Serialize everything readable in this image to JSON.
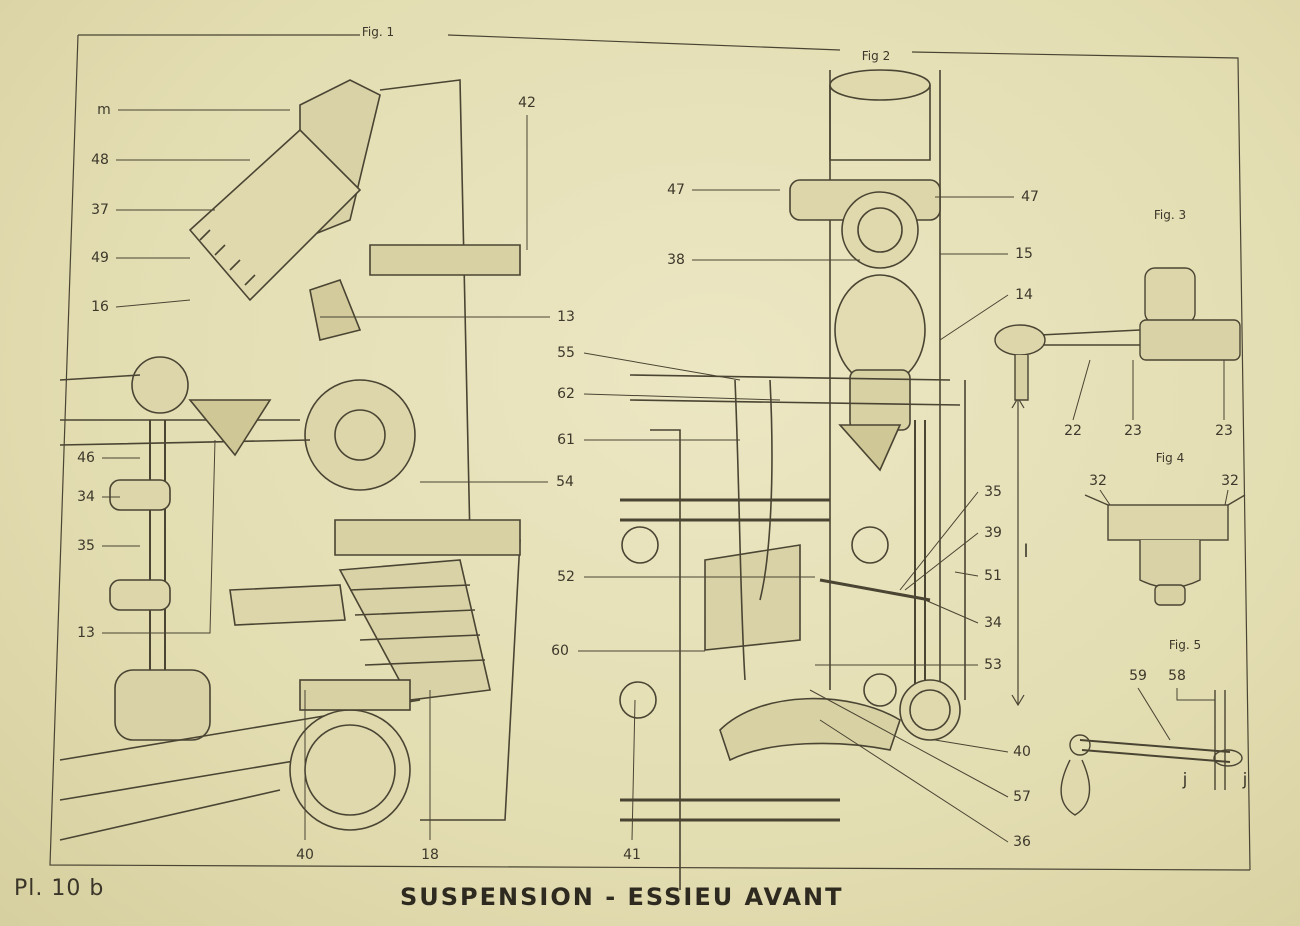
{
  "title": "SUSPENSION - ESSIEU AVANT",
  "plate": "Pl. 10 b",
  "figures": {
    "fig1": "Fig. 1",
    "fig2": "Fig 2",
    "fig3": "Fig. 3",
    "fig4": "Fig 4",
    "fig5": "Fig. 5"
  },
  "fig1_labels": {
    "m": "m",
    "l48": "48",
    "l37": "37",
    "l49": "49",
    "l16": "16",
    "l42": "42",
    "l13a": "13",
    "l46": "46",
    "l34": "34",
    "l35": "35",
    "l13b": "13",
    "l54": "54",
    "l40": "40",
    "l18": "18"
  },
  "fig2_labels": {
    "l47a": "47",
    "l47b": "47",
    "l38": "38",
    "l15": "15",
    "l14": "14",
    "l55": "55",
    "l62": "62",
    "l61": "61",
    "l35": "35",
    "l39": "39",
    "l51": "51",
    "l34": "34",
    "l52": "52",
    "l60": "60",
    "l53": "53",
    "l40": "40",
    "l57": "57",
    "l36": "36",
    "l41": "41",
    "dim_l": "l"
  },
  "fig3_labels": {
    "l22": "22",
    "l23a": "23",
    "l23b": "23"
  },
  "fig4_labels": {
    "l32a": "32",
    "l32b": "32"
  },
  "fig5_labels": {
    "l59": "59",
    "l58": "58",
    "ja": "j",
    "jb": "j"
  }
}
